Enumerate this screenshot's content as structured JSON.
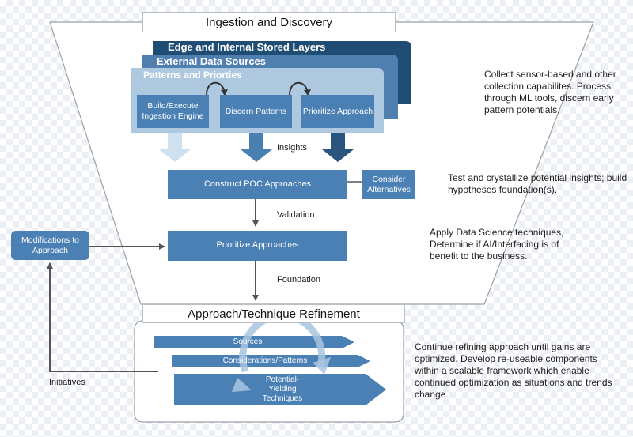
{
  "header_top": "Ingestion and Discovery",
  "layers": {
    "edge": "Edge and Internal Stored Layers",
    "external": "External Data Sources",
    "patterns": "Patterns and Priorties"
  },
  "steps": {
    "build": "Build/Execute Ingestion Engine",
    "discern": "Discern Patterns",
    "prioritize": "Prioritize Approach"
  },
  "labels": {
    "insights": "Insights",
    "validation": "Validation",
    "foundation": "Foundation",
    "initiatives": "Initiatives"
  },
  "boxes": {
    "construct": "Construct POC Approaches",
    "consider": "Consider Alternatives",
    "prioritize_approaches": "Prioritize Approaches",
    "modifications": "Modifications to Approach"
  },
  "header_bottom": "Approach/Technique Refinement",
  "refinement": {
    "sources": "Sources",
    "considerations": "Considerations/Patterns",
    "potential": "Potential-Yielding Techniques"
  },
  "descriptions": {
    "d1": "Collect sensor-based and other collection capabilites. Process through ML tools, discern early pattern potentials.",
    "d2": "Test and crystallize potential insights; build hypotheses foundation(s).",
    "d3": "Apply Data Science techniques, Determine if AI/Interfacing is of benefit to the business.",
    "d4": "Continue refining approach until gains are optimized. Develop re-useable components within a scalable framework which enable continued optimization as situations and trends change."
  },
  "colors": {
    "dark_navy": "#1f4d74",
    "mid_blue": "#4f7fae",
    "light_blue": "#a9c6e1",
    "box_blue": "#4a80b4",
    "connector_gray": "#555555",
    "outline_gray": "#9aa0a8"
  }
}
